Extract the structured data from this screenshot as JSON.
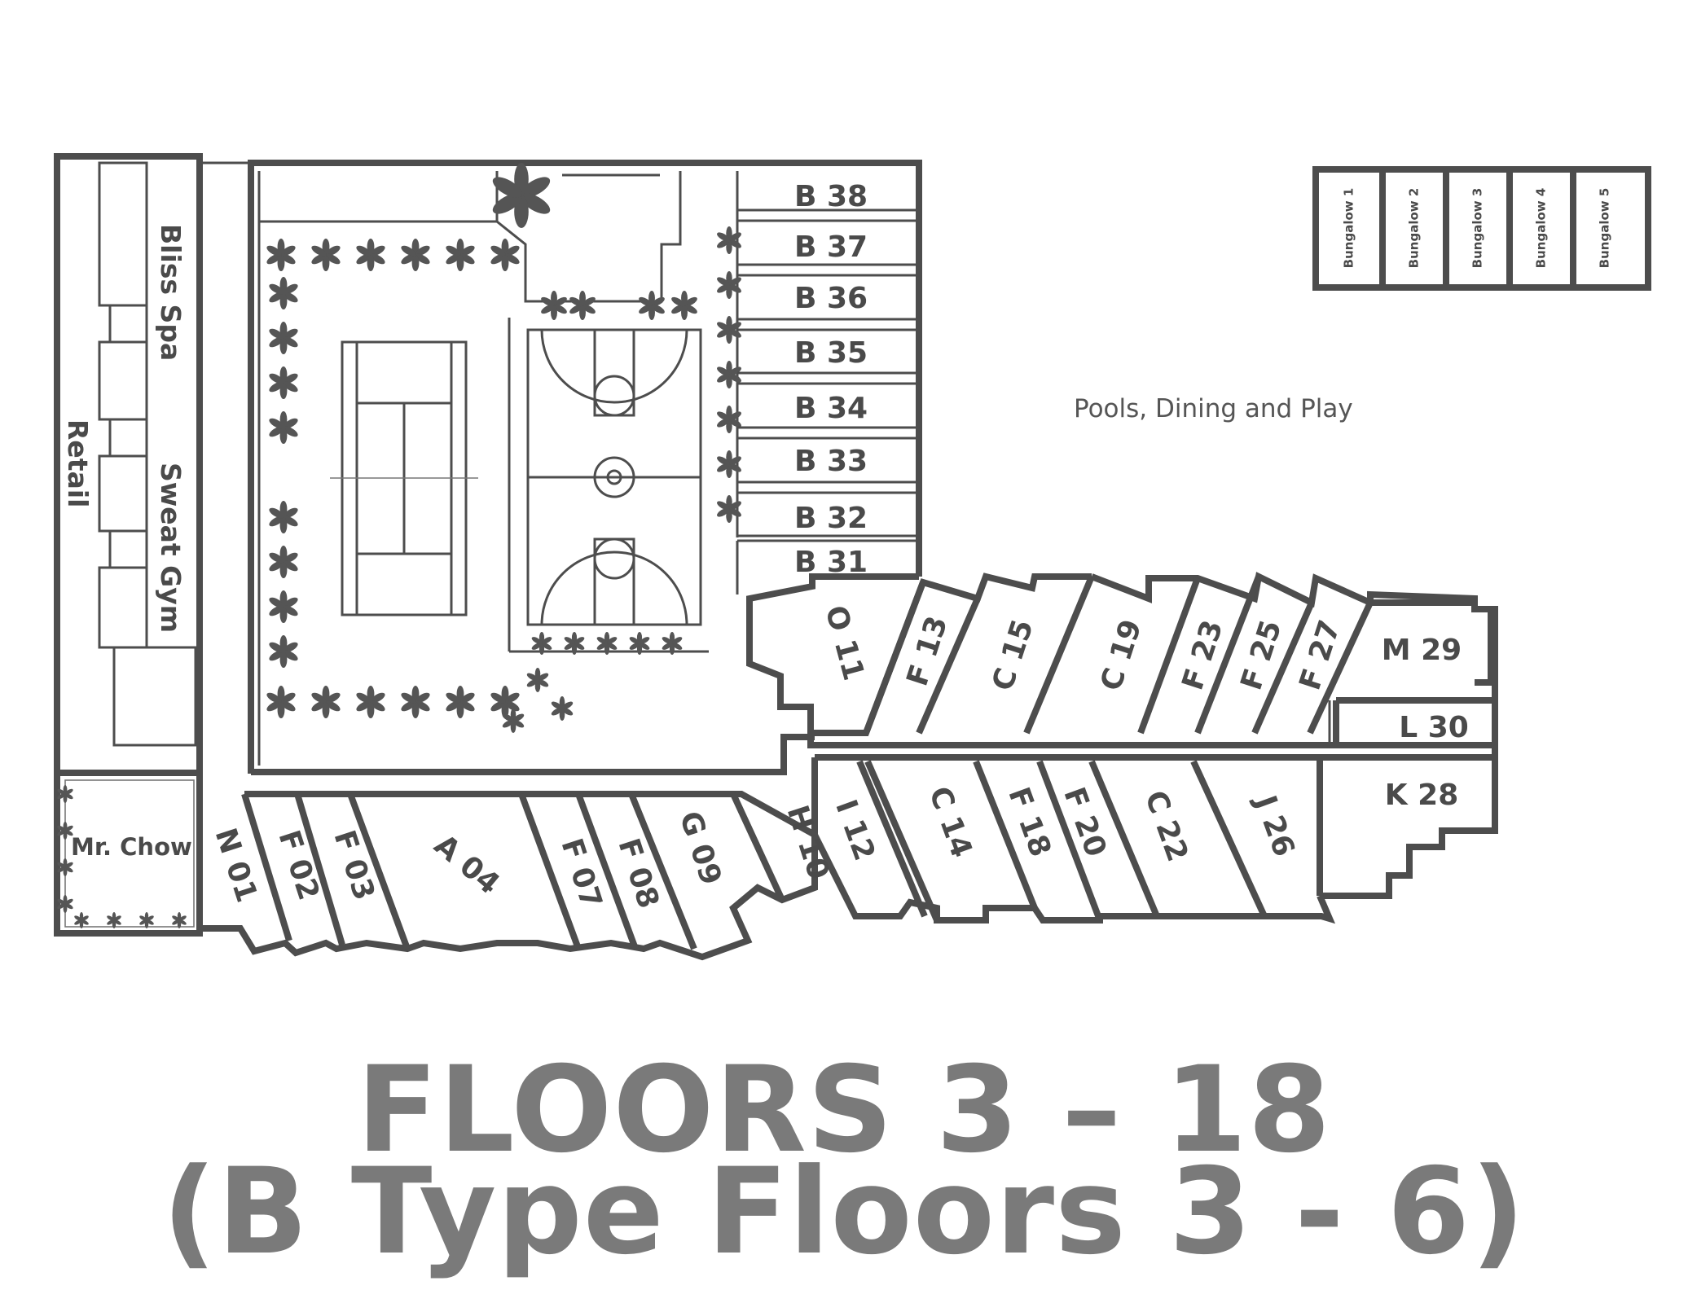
{
  "labels": {
    "bliss_spa": "Bliss Spa",
    "sweat_gym": "Sweat Gym",
    "retail": "Retail",
    "mr_chow": "Mr. Chow",
    "pools": "Pools, Dining and Play"
  },
  "b_units": [
    "B 38",
    "B 37",
    "B 36",
    "B 35",
    "B 34",
    "B 33",
    "B 32",
    "B 31"
  ],
  "bungalows": [
    "Bungalow 1",
    "Bungalow 2",
    "Bungalow 3",
    "Bungalow 4",
    "Bungalow 5"
  ],
  "upper_row": [
    "O 11",
    "F 13",
    "C 15",
    "C 19",
    "F 23",
    "F 25",
    "F 27"
  ],
  "right_units": [
    "M 29",
    "L 30",
    "K 28"
  ],
  "middle_row": [
    "I 12",
    "C 14",
    "F 18",
    "F 20",
    "C 22",
    "J 26"
  ],
  "lower_row": [
    "N 01",
    "F 02",
    "F 03",
    "A 04",
    "F 07",
    "F 08",
    "G 09",
    "H 10"
  ],
  "title": {
    "line1": "FLOORS 3 – 18",
    "line2": "(B Type Floors 3 - 6)"
  }
}
